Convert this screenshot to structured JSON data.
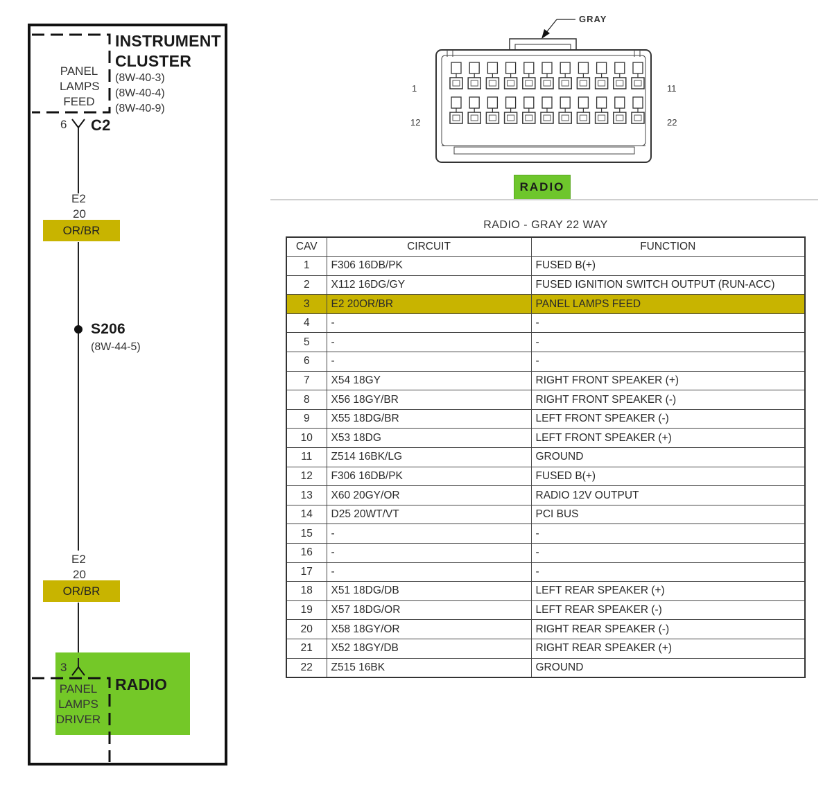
{
  "schematic": {
    "top_component": "INSTRUMENT",
    "top_component_2": "CLUSTER",
    "top_refs": [
      "(8W-40-3)",
      "(8W-40-4)",
      "(8W-40-9)"
    ],
    "top_pin_func": [
      "PANEL",
      "LAMPS",
      "FEED"
    ],
    "top_pin_number": "6",
    "top_connector": "C2",
    "wire_top": {
      "circuit": "E2",
      "gauge": "20",
      "color": "OR/BR"
    },
    "splice": {
      "name": "S206",
      "ref": "(8W-44-5)"
    },
    "wire_bottom": {
      "circuit": "E2",
      "gauge": "20",
      "color": "OR/BR"
    },
    "bottom_pin_number": "3",
    "bottom_pin_func": [
      "PANEL",
      "LAMPS",
      "DRIVER"
    ],
    "bottom_component": "RADIO",
    "colors": {
      "wire_tag": "#c8b400",
      "radio_highlight": "#74c828"
    }
  },
  "connector": {
    "color_callout": "GRAY",
    "pin_labels": {
      "top_left": "1",
      "top_right": "11",
      "bottom_left": "12",
      "bottom_right": "22"
    },
    "name": "RADIO"
  },
  "table": {
    "title": "RADIO - GRAY 22 WAY",
    "headers": [
      "CAV",
      "CIRCUIT",
      "FUNCTION"
    ],
    "highlight_color": "#c8b400",
    "rows": [
      {
        "cav": "1",
        "circuit": "F306 16DB/PK",
        "function": "FUSED B(+)"
      },
      {
        "cav": "2",
        "circuit": "X112 16DG/GY",
        "function": "FUSED IGNITION SWITCH OUTPUT (RUN-ACC)"
      },
      {
        "cav": "3",
        "circuit": "E2 20OR/BR",
        "function": "PANEL LAMPS FEED"
      },
      {
        "cav": "4",
        "circuit": "-",
        "function": "-"
      },
      {
        "cav": "5",
        "circuit": "-",
        "function": "-"
      },
      {
        "cav": "6",
        "circuit": "-",
        "function": "-"
      },
      {
        "cav": "7",
        "circuit": "X54 18GY",
        "function": "RIGHT FRONT SPEAKER (+)"
      },
      {
        "cav": "8",
        "circuit": "X56 18GY/BR",
        "function": "RIGHT FRONT SPEAKER (-)"
      },
      {
        "cav": "9",
        "circuit": "X55 18DG/BR",
        "function": "LEFT FRONT SPEAKER (-)"
      },
      {
        "cav": "10",
        "circuit": "X53 18DG",
        "function": "LEFT FRONT SPEAKER (+)"
      },
      {
        "cav": "11",
        "circuit": "Z514 16BK/LG",
        "function": "GROUND"
      },
      {
        "cav": "12",
        "circuit": "F306 16DB/PK",
        "function": "FUSED B(+)"
      },
      {
        "cav": "13",
        "circuit": "X60 20GY/OR",
        "function": "RADIO 12V OUTPUT"
      },
      {
        "cav": "14",
        "circuit": "D25 20WT/VT",
        "function": "PCI BUS"
      },
      {
        "cav": "15",
        "circuit": "-",
        "function": "-"
      },
      {
        "cav": "16",
        "circuit": "-",
        "function": "-"
      },
      {
        "cav": "17",
        "circuit": "-",
        "function": "-"
      },
      {
        "cav": "18",
        "circuit": "X51 18DG/DB",
        "function": "LEFT REAR SPEAKER (+)"
      },
      {
        "cav": "19",
        "circuit": "X57 18DG/OR",
        "function": "LEFT REAR SPEAKER (-)"
      },
      {
        "cav": "20",
        "circuit": "X58 18GY/OR",
        "function": "RIGHT REAR SPEAKER (-)"
      },
      {
        "cav": "21",
        "circuit": "X52 18GY/DB",
        "function": "RIGHT REAR SPEAKER (+)"
      },
      {
        "cav": "22",
        "circuit": "Z515 16BK",
        "function": "GROUND"
      }
    ]
  }
}
